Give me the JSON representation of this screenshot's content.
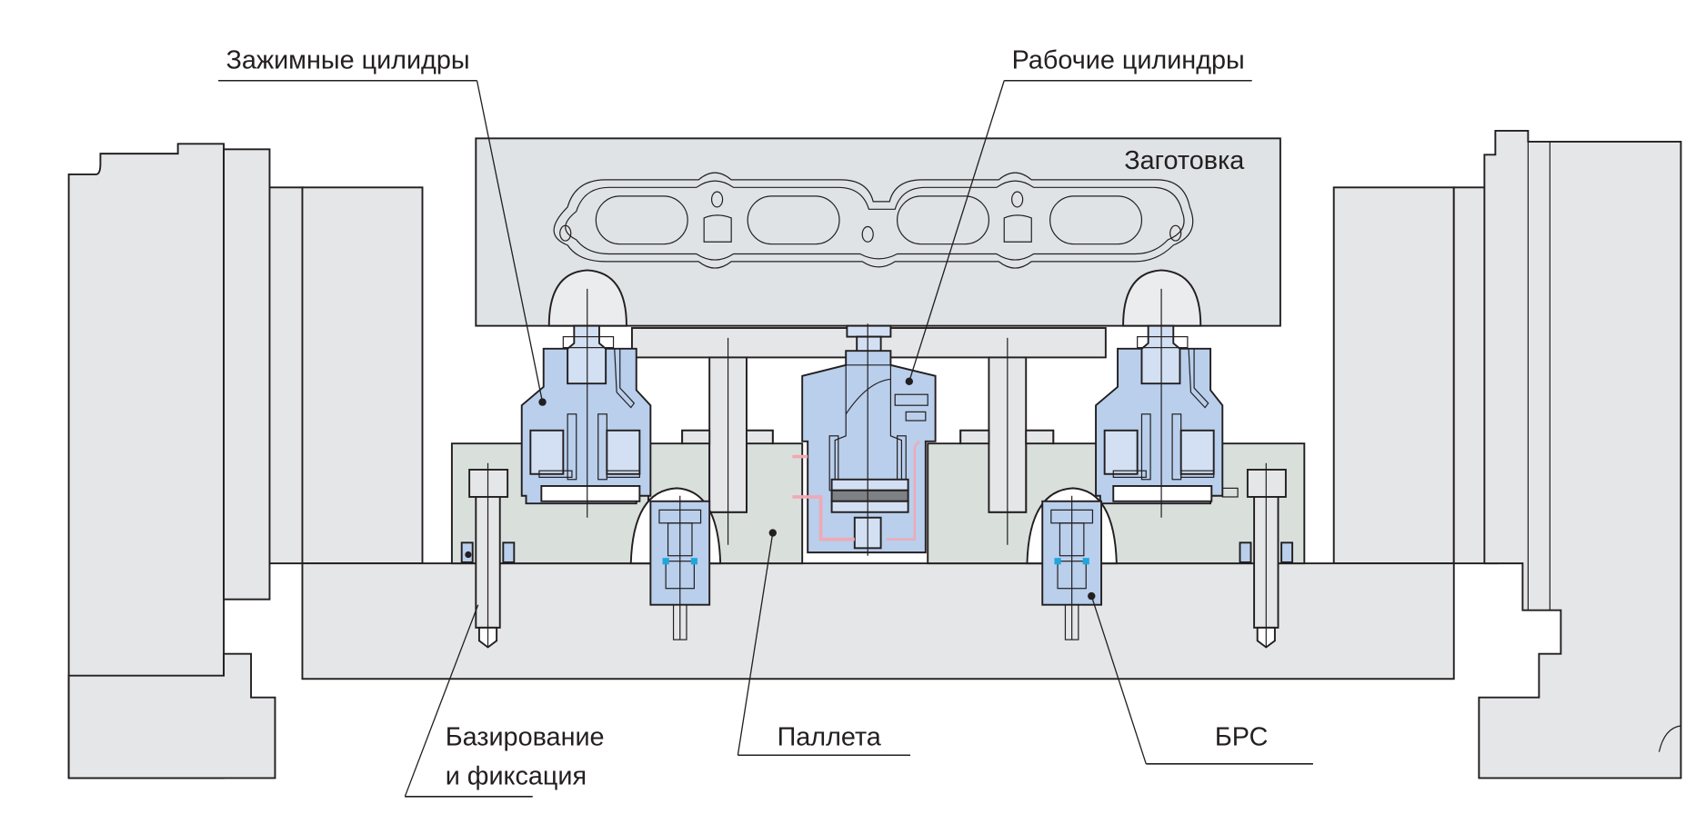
{
  "diagram": {
    "title": "Fixture cross-section with pallet, clamps and work cylinders",
    "labels": {
      "clamping_cylinders": "Зажимные цилидры",
      "work_cylinders": "Рабочие цилиндры",
      "workpiece": "Заготовка",
      "locating_and_fixing_line1": "Базирование",
      "locating_and_fixing_line2": "и фиксация",
      "pallet": "Паллета",
      "brs": "БРС"
    },
    "colors": {
      "machine_gray": "#e5e6e8",
      "workpiece_gray": "#dfe3e5",
      "pallet_green": "#d9e0dc",
      "cylinder_blue": "#b9cfec",
      "cylinder_light_blue": "#d3e0f3",
      "seal_cyan": "#1fa7dd",
      "cream": "#fbf3cf",
      "hydraulic_pink": "#f0a9b5",
      "outline": "#231f20"
    }
  }
}
